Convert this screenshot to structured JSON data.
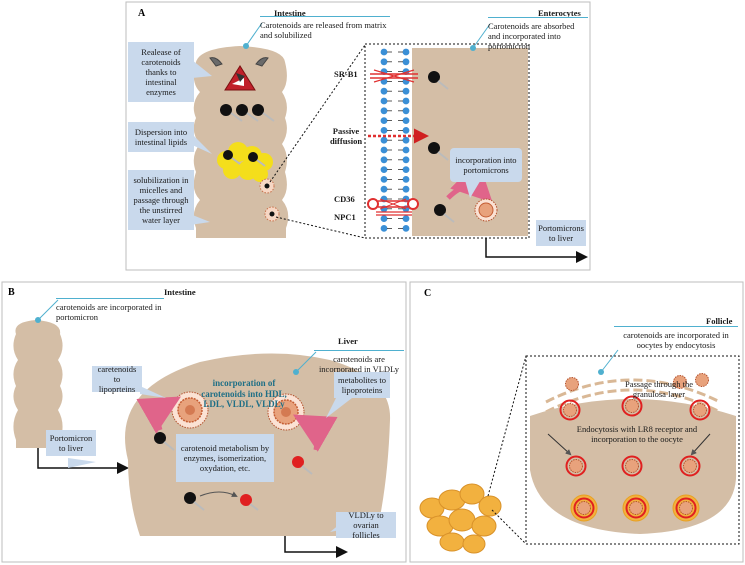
{
  "panel_a": {
    "letter": "A",
    "intestine_title": "Intestine",
    "intestine_note": "Carotenoids are released from matrix and solubilized",
    "enterocytes_title": "Enterocytes",
    "enterocytes_note": "Carotenoids are absorbed and incorporated into portomicron",
    "callout_release": "Realease of carotenoids thanks to intestinal enzymes",
    "callout_dispersion": "Dispersion into intestinal lipids",
    "callout_micelles": "solubilization in micelles and passage through the unstirred water layer",
    "label_srb1": "SR-B1",
    "label_passive": "Passive diffusion",
    "label_cd36": "CD36",
    "label_npc1": "NPC1",
    "callout_portomicrons": "incorporation into portomicrons",
    "callout_to_liver": "Portomicrons to liver"
  },
  "panel_b": {
    "letter": "B",
    "intestine_title": "Intestine",
    "intestine_note": "carotenoids are incorporated in portomicron",
    "liver_title": "Liver",
    "liver_note": "carotenoids are incorporated in VLDLy",
    "callout_portomicron": "Portomicron to liver",
    "callout_carot_lipo": "caretenoids to lipoprteins",
    "incorporation_text": "incorporation of carotenoids into HDL, LDL, VLDL, VLDLy",
    "callout_metabolism": "carotenoid metabolism by enzymes, isomerization, oxydation, etc.",
    "callout_metabolites": "metabolites to lipoproteins",
    "callout_vldly": "VLDLy to ovarian follicles"
  },
  "panel_c": {
    "letter": "C",
    "follicle_title": "Follicle",
    "follicle_note": "carotenoids are incorporated in oocytes by endocytosis",
    "passage_text": "Passage through the granulosa layer",
    "endocytosis_text": "Endocytosis with LR8 receptor and incorporation to the oocyte"
  },
  "glyphs": {
    "carotenoid": "C"
  },
  "colors": {
    "tissue": "#d4bea6",
    "callout": "#c9d9ec",
    "membrane_blue": "#3a8fd6",
    "teal_text": "#1f6f86",
    "arrow_pink": "#e0648a",
    "carotenoid_black": "#111111",
    "metabolite_red": "#e02020",
    "lipid_yellow": "#f4de1b",
    "ovary_orange": "#f2b13f",
    "enzyme_red": "#c0202a"
  }
}
